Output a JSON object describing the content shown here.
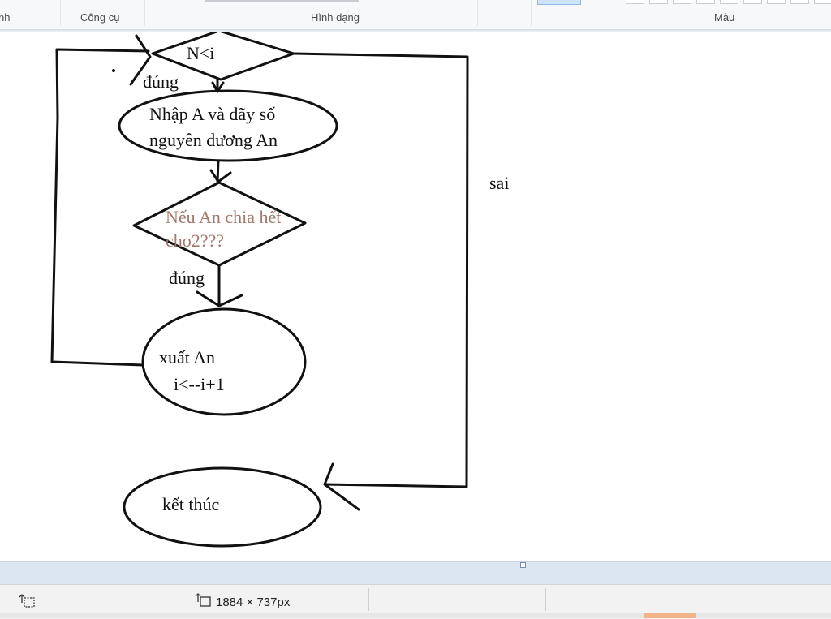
{
  "ribbon": {
    "groups": {
      "partial_left": "nh",
      "tools": "Công cụ",
      "shapes": "Hình dạng",
      "colors": "Màu"
    }
  },
  "flowchart": {
    "condition_loop": "N<i",
    "label_true_top": "đúng",
    "input_line1": "Nhập A và dãy số",
    "input_line2": "nguyên dương An",
    "condition_even_line1": "Nếu An chia hết",
    "condition_even_line2": "cho2???",
    "label_true_mid": "đúng",
    "output_line1": "xuất An",
    "output_line2": "i<--i+1",
    "label_false": "sai",
    "end_label": "kết thúc"
  },
  "statusbar": {
    "image_size": "1884 × 737px"
  },
  "colors": {
    "ink": "#111111",
    "brown_text": "#a0776a",
    "status_bg": "#f2f2f2",
    "workspace_bg": "#dce6f2",
    "taskbar_accent": "#f1b38a"
  }
}
